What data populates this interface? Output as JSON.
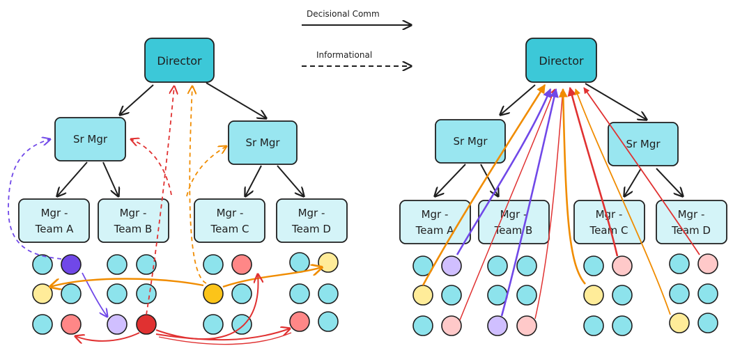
{
  "legend": {
    "decisional_label": "Decisional Comm",
    "informational_label": "Informational"
  },
  "nodes": {
    "director": "Director",
    "sr_mgr": "Sr Mgr",
    "mgr_line1": "Mgr -",
    "team_a": "Team A",
    "team_b": "Team B",
    "team_c": "Team C",
    "team_d": "Team D"
  },
  "colors": {
    "director_fill": "#3cc8d8",
    "mgr_fill": "#99e6f0",
    "team_fill": "#d4f4f8",
    "employee": "#8de3ec",
    "purple_strong": "#7048e8",
    "purple_light": "#d0bfff",
    "red_strong": "#e03131",
    "red_light": "#ffc9c9",
    "red_dot": "#ff8787",
    "orange": "#f08c00",
    "yellow_strong": "#fcc419",
    "yellow_light": "#ffec99",
    "dark": "#1e1e1e"
  }
}
